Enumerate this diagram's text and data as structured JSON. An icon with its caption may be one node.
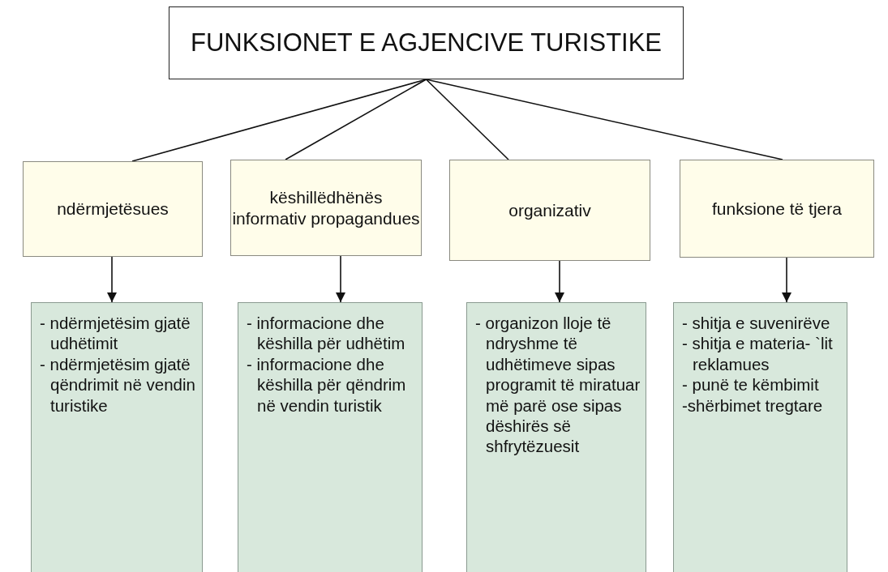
{
  "diagram": {
    "nodes": [
      {
        "text": [
          "FUNKSIONET E AGJENCIVE TURISTIKE"
        ]
      },
      {
        "text": [
          "ndërmjetësues"
        ]
      },
      {
        "text": [
          "këshillëdhënës informativ propagandues"
        ]
      },
      {
        "text": [
          "organizativ"
        ]
      },
      {
        "text": [
          "funksione të tjera"
        ]
      },
      {
        "text": [
          "- ndërmjetësim gjatë udhëtimit",
          "- ndërmjetësim gjatë qëndrimit në vendin turistike"
        ]
      },
      {
        "text": [
          "- informacione dhe këshilla për udhëtim",
          "- informacione dhe këshilla për qëndrim në vendin turistik"
        ]
      },
      {
        "text": [
          "- organizon lloje të ndryshme të udhëtimeve sipas programit të miratuar më parë ose sipas dëshirës së shfrytëzuesit"
        ]
      },
      {
        "text": [
          "- shitja e suvenirëve",
          "- shitja e materia- `lit reklamues",
          "- punë te këmbimit",
          "-shërbimet tregtare"
        ]
      }
    ],
    "edges": [
      {
        "from": 0,
        "to": 1,
        "arrow": "none"
      },
      {
        "from": 0,
        "to": 2,
        "arrow": "none"
      },
      {
        "from": 0,
        "to": 3,
        "arrow": "none"
      },
      {
        "from": 0,
        "to": 4,
        "arrow": "none"
      },
      {
        "from": 1,
        "to": 5,
        "arrow": "to"
      },
      {
        "from": 2,
        "to": 6,
        "arrow": "to"
      },
      {
        "from": 3,
        "to": 7,
        "arrow": "to"
      },
      {
        "from": 4,
        "to": 8,
        "arrow": "to"
      }
    ]
  }
}
